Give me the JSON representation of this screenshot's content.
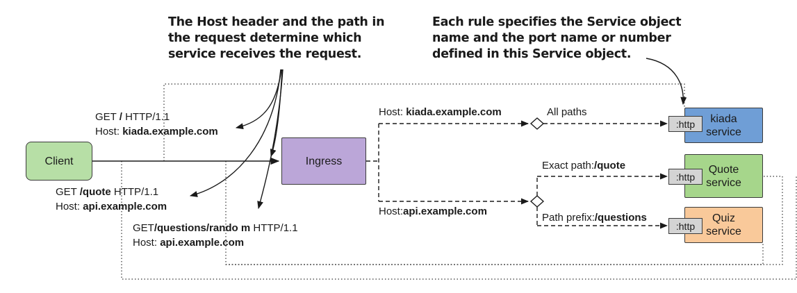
{
  "callouts": {
    "left": [
      "The Host header and the path in",
      "the request determine which",
      "service receives the request."
    ],
    "right": [
      "Each rule specifies the Service object",
      "name and the port name or number",
      "defined in this Service object."
    ]
  },
  "requests": [
    {
      "method": "GET ",
      "path": "/",
      "version": " HTTP/1.1",
      "host_label": "Host: ",
      "host": "kiada.example.com"
    },
    {
      "method": "GET ",
      "path": "/quote",
      "version": " HTTP/1.1",
      "host_label": "Host: ",
      "host": "api.example.com"
    },
    {
      "method": "GET",
      "path": "/questions/rando m",
      "version": " HTTP/1.1",
      "host_label": "Host: ",
      "host": "api.example.com"
    }
  ],
  "nodes": {
    "client": "Client",
    "ingress": "Ingress",
    "services": [
      {
        "line1": "kiada",
        "line2": "service",
        "port": ":http",
        "color": "#6f9ed6"
      },
      {
        "line1": "Quote",
        "line2": "service",
        "port": ":http",
        "color": "#a6d68b"
      },
      {
        "line1": "Quiz",
        "line2": "service",
        "port": ":http",
        "color": "#f9c99a"
      }
    ]
  },
  "rules": {
    "host1_label": "Host: ",
    "host1_value": "kiada.example.com",
    "host2_label": "Host:",
    "host2_value": "api.example.com",
    "all_paths": "All paths",
    "exact_label": "Exact path:",
    "exact_value": "/quote",
    "prefix_label": "Path prefix:",
    "prefix_value": "/questions"
  },
  "colors": {
    "client_fill": "#b7dfa6",
    "ingress_fill": "#bba6d8",
    "port_fill": "#d4d4d4",
    "line": "#1a1a1a"
  }
}
